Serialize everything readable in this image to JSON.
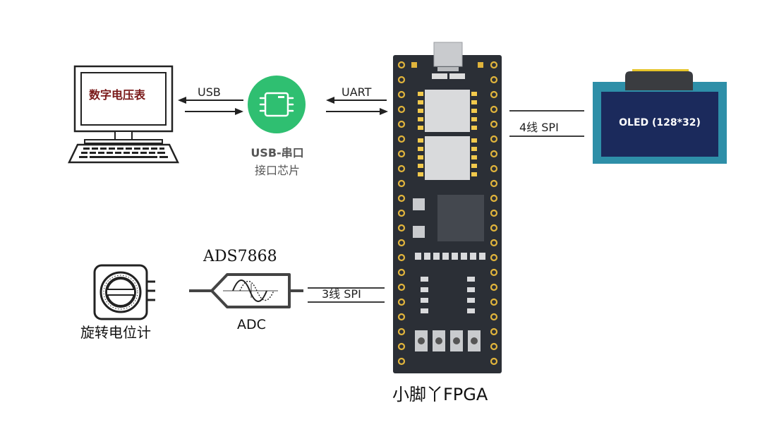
{
  "computer": {
    "screen_text": "数字电压表"
  },
  "links": {
    "usb": "USB",
    "uart": "UART",
    "oled_spi": "4线 SPI",
    "adc_spi": "3线 SPI"
  },
  "usb_chip": {
    "line1": "USB-串口",
    "line2": "接口芯片",
    "color": "#2fbf71"
  },
  "fpga": {
    "label": "小脚丫FPGA",
    "board_color": "#2b2f36"
  },
  "oled": {
    "text": "OLED (128*32)",
    "frame_color": "#2e8fa8",
    "panel_color": "#1b2a5c"
  },
  "adc": {
    "title": "ADS7868",
    "caption": "ADC"
  },
  "potentiometer": {
    "label": "旋转电位计"
  }
}
